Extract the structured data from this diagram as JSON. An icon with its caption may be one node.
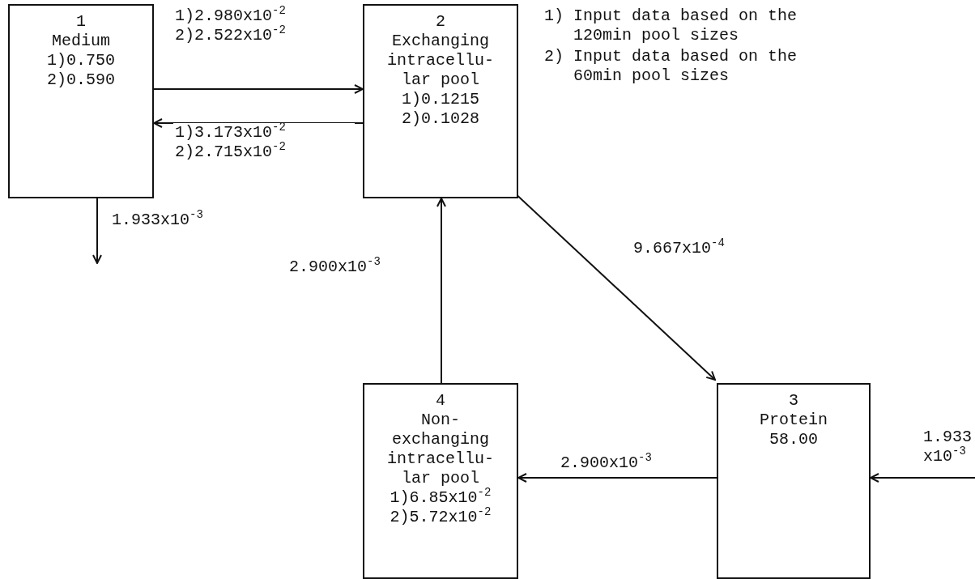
{
  "diagram": {
    "nodes": [
      {
        "text": [
          "1",
          "Medium",
          "1)0.750",
          "2)0.590"
        ]
      },
      {
        "text": [
          "2",
          "Exchanging intracellu- lar pool",
          "1)0.1215",
          "2)0.1028"
        ]
      },
      {
        "text": [
          "3",
          "Protein",
          "58.00"
        ]
      },
      {
        "text": [
          "4",
          "Non-exchanging intracellu- lar pool",
          "1)6.85x10$^{-2}$",
          "2)5.72x10$^{-2}$"
        ]
      }
    ],
    "edges": [
      {
        "from": 0,
        "to": 1,
        "arrow": "to",
        "label": "1)2.980x10$^{-2}$ 2)2.522x10$^{-2}$"
      },
      {
        "from": 1,
        "to": 0,
        "arrow": "to",
        "label": "1)3.173x10$^{-2}$ 2)2.715x10$^{-2}$"
      },
      {
        "from": 0,
        "to": null,
        "arrow": "to",
        "label": "1.933x10$^{-3}$"
      },
      {
        "from": 3,
        "to": 1,
        "arrow": "to",
        "label": "2.900x10$^{-3}$"
      },
      {
        "from": 1,
        "to": 2,
        "arrow": "to",
        "label": "9.667x10$^{-4}$"
      },
      {
        "from": 2,
        "to": 3,
        "arrow": "to",
        "label": "2.900x10$^{-3}$"
      },
      {
        "from": null,
        "to": 2,
        "arrow": "to",
        "label": "1.933 x10$^{-3}$"
      }
    ],
    "labels": [
      "1) Input data based on the 120min pool sizes",
      "2) Input data based on the 60min pool sizes"
    ]
  }
}
